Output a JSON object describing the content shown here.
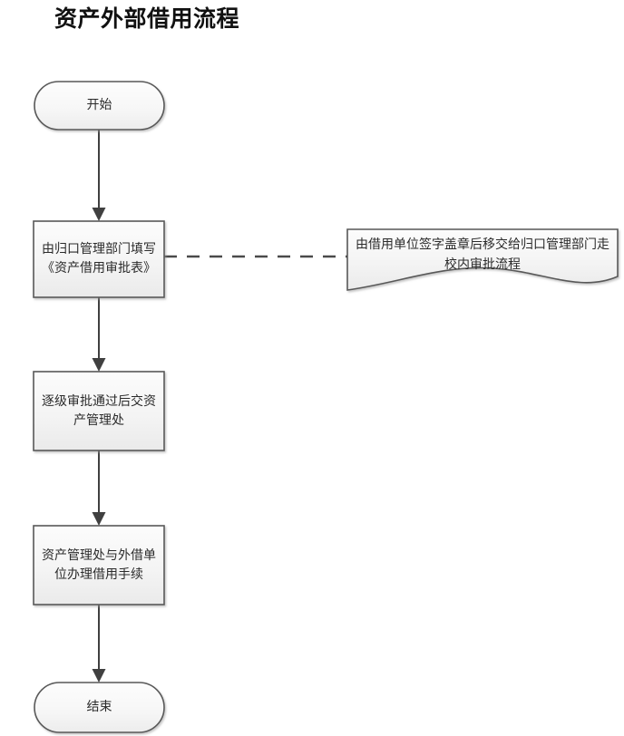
{
  "page": {
    "title": "资产外部借用流程",
    "background_color": "#ffffff"
  },
  "theme": {
    "shape_fill_top": "#fbfbfb",
    "shape_fill_bottom": "#eeeeee",
    "shape_stroke": "#595959",
    "connector_color": "#404040",
    "text_color": "#2b2b2b",
    "title_color": "#111111"
  },
  "flowchart": {
    "nodes": [
      {
        "id": "start",
        "type": "terminator",
        "label": "开始"
      },
      {
        "id": "step-1",
        "type": "process",
        "label": "由归口管理部门填写《资产借用审批表》"
      },
      {
        "id": "note-1",
        "type": "document",
        "label": "由借用单位签字盖章后移交给归口管理部门走校内审批流程"
      },
      {
        "id": "step-2",
        "type": "process",
        "label": "逐级审批通过后交资产管理处"
      },
      {
        "id": "step-3",
        "type": "process",
        "label": "资产管理处与外借单位办理借用手续"
      },
      {
        "id": "end",
        "type": "terminator",
        "label": "结束"
      }
    ],
    "connectors": [
      {
        "id": "c1",
        "from": "start",
        "to": "step-1",
        "style": "solid-arrow"
      },
      {
        "id": "c2",
        "from": "step-1",
        "to": "note-1",
        "style": "dashed"
      },
      {
        "id": "c3",
        "from": "step-1",
        "to": "step-2",
        "style": "solid-arrow"
      },
      {
        "id": "c4",
        "from": "step-2",
        "to": "step-3",
        "style": "solid-arrow"
      },
      {
        "id": "c5",
        "from": "step-3",
        "to": "end",
        "style": "solid-arrow"
      }
    ]
  }
}
